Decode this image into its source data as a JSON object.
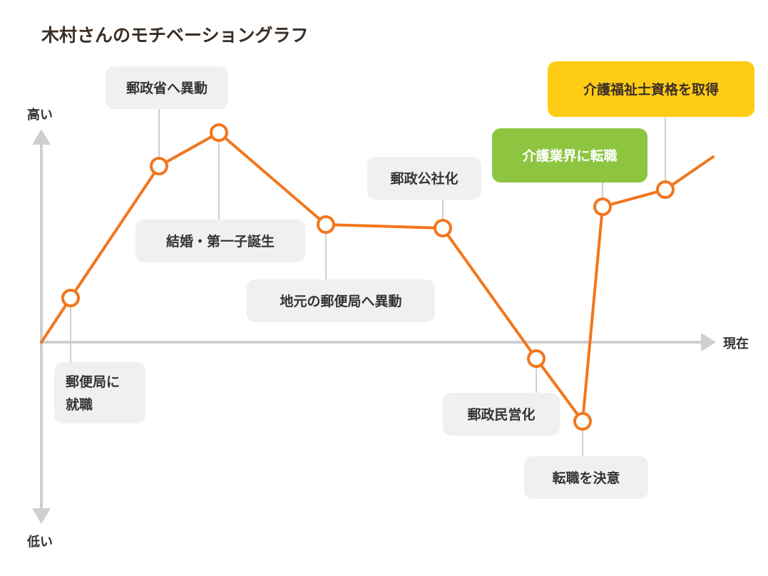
{
  "chart_data": {
    "type": "line",
    "title": "木村さんのモチベーショングラフ",
    "ylabel_top": "高い",
    "ylabel_bottom": "低い",
    "xlabel": "現在",
    "grid": false,
    "legend": "none",
    "colors": {
      "line": "#f2761d",
      "axis": "#cfcfcf",
      "label_bg": "#f0f0f0",
      "label_text": "#333333",
      "highlight_green": "#8dc540",
      "highlight_yellow": "#ffcc15",
      "highlight_text_dark": "#3a2e25",
      "highlight_text_light": "#ffffff"
    },
    "x": [
      0,
      1,
      2,
      3,
      4,
      5,
      6,
      7,
      8,
      9,
      10
    ],
    "series": [
      {
        "values": [
          0,
          62,
          247,
          294,
          165,
          160,
          -23,
          -111,
          190,
          214,
          260
        ]
      }
    ],
    "events": [
      {
        "i": 1,
        "label": "郵便局に\n就職",
        "style": "normal"
      },
      {
        "i": 2,
        "label": "郵政省へ異動",
        "style": "normal"
      },
      {
        "i": 3,
        "label": "結婚・第一子誕生",
        "style": "normal"
      },
      {
        "i": 4,
        "label": "地元の郵便局へ異動",
        "style": "normal"
      },
      {
        "i": 5,
        "label": "郵政公社化",
        "style": "normal"
      },
      {
        "i": 6,
        "label": "郵政民営化",
        "style": "normal"
      },
      {
        "i": 7,
        "label": "転職を決意",
        "style": "normal"
      },
      {
        "i": 8,
        "label": "介護業界に転職",
        "style": "green"
      },
      {
        "i": 9,
        "label": "介護福祉士資格を取得",
        "style": "yellow"
      }
    ]
  }
}
